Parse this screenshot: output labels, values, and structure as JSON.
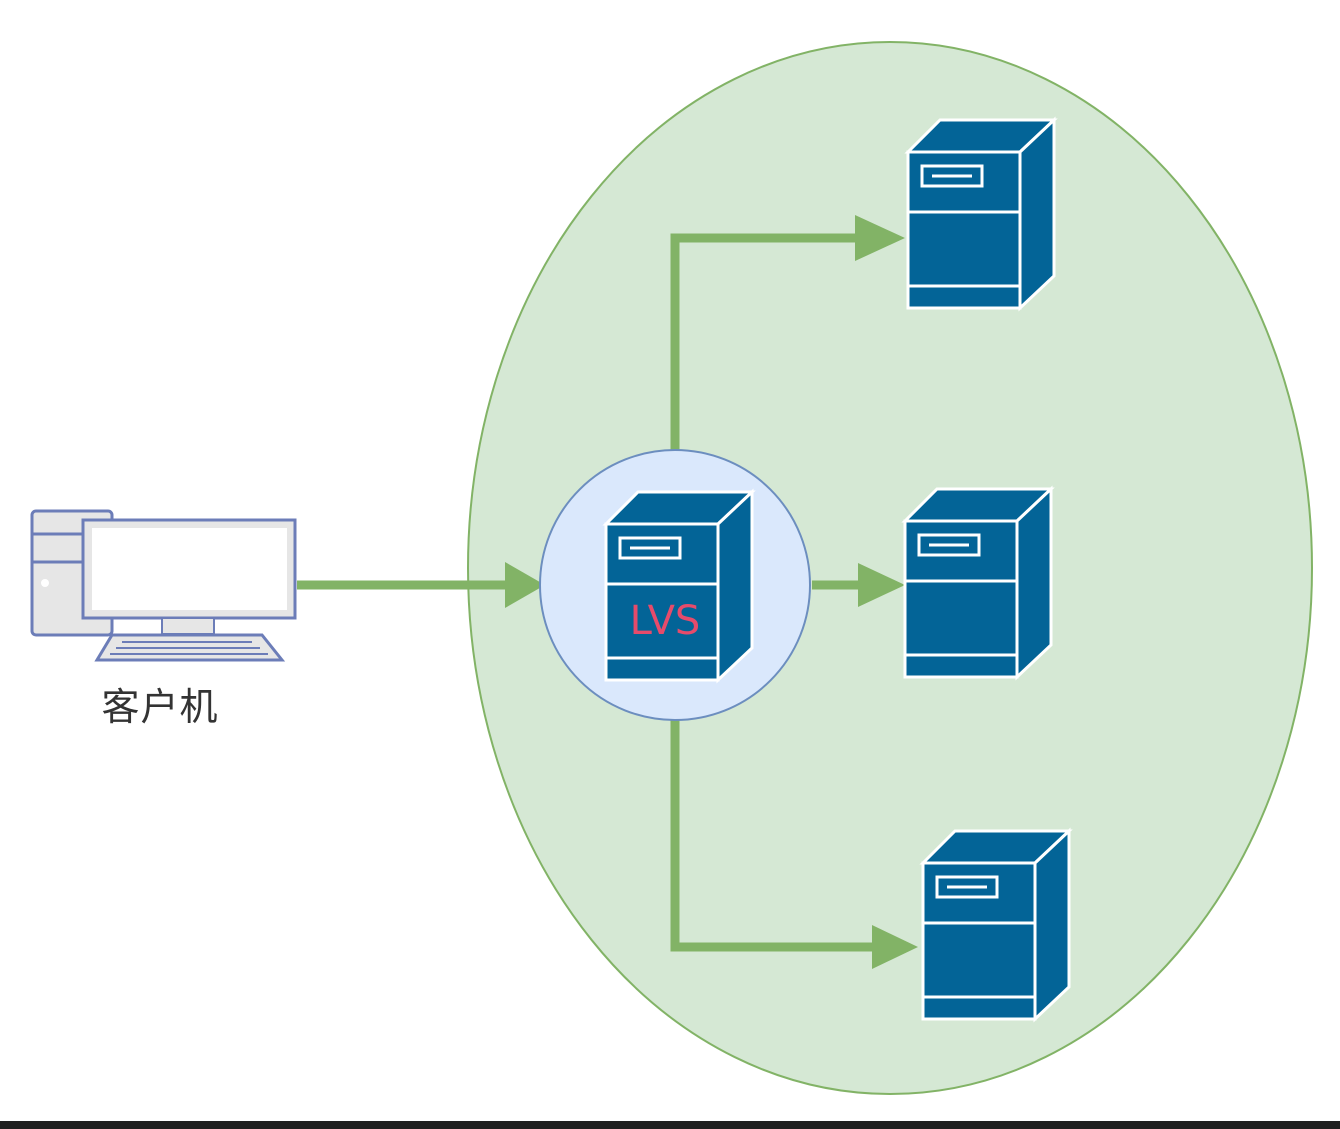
{
  "diagram": {
    "client_label": "客户机",
    "lvs_label": "LVS",
    "client_icon": "desktop-computer-icon",
    "server_icon": "server-tower-icon",
    "real_server_count": 3
  },
  "colors": {
    "cluster_fill": "#d5e8d4",
    "cluster_stroke": "#82b366",
    "lvs_circle_fill": "#dae8fc",
    "lvs_circle_stroke": "#6c8ebf",
    "server_blue": "#036497",
    "arrow_green": "#82b366",
    "lvs_text": "#e64b6b",
    "client_frame": "#6c7db8",
    "client_body": "#e6e6e6"
  }
}
